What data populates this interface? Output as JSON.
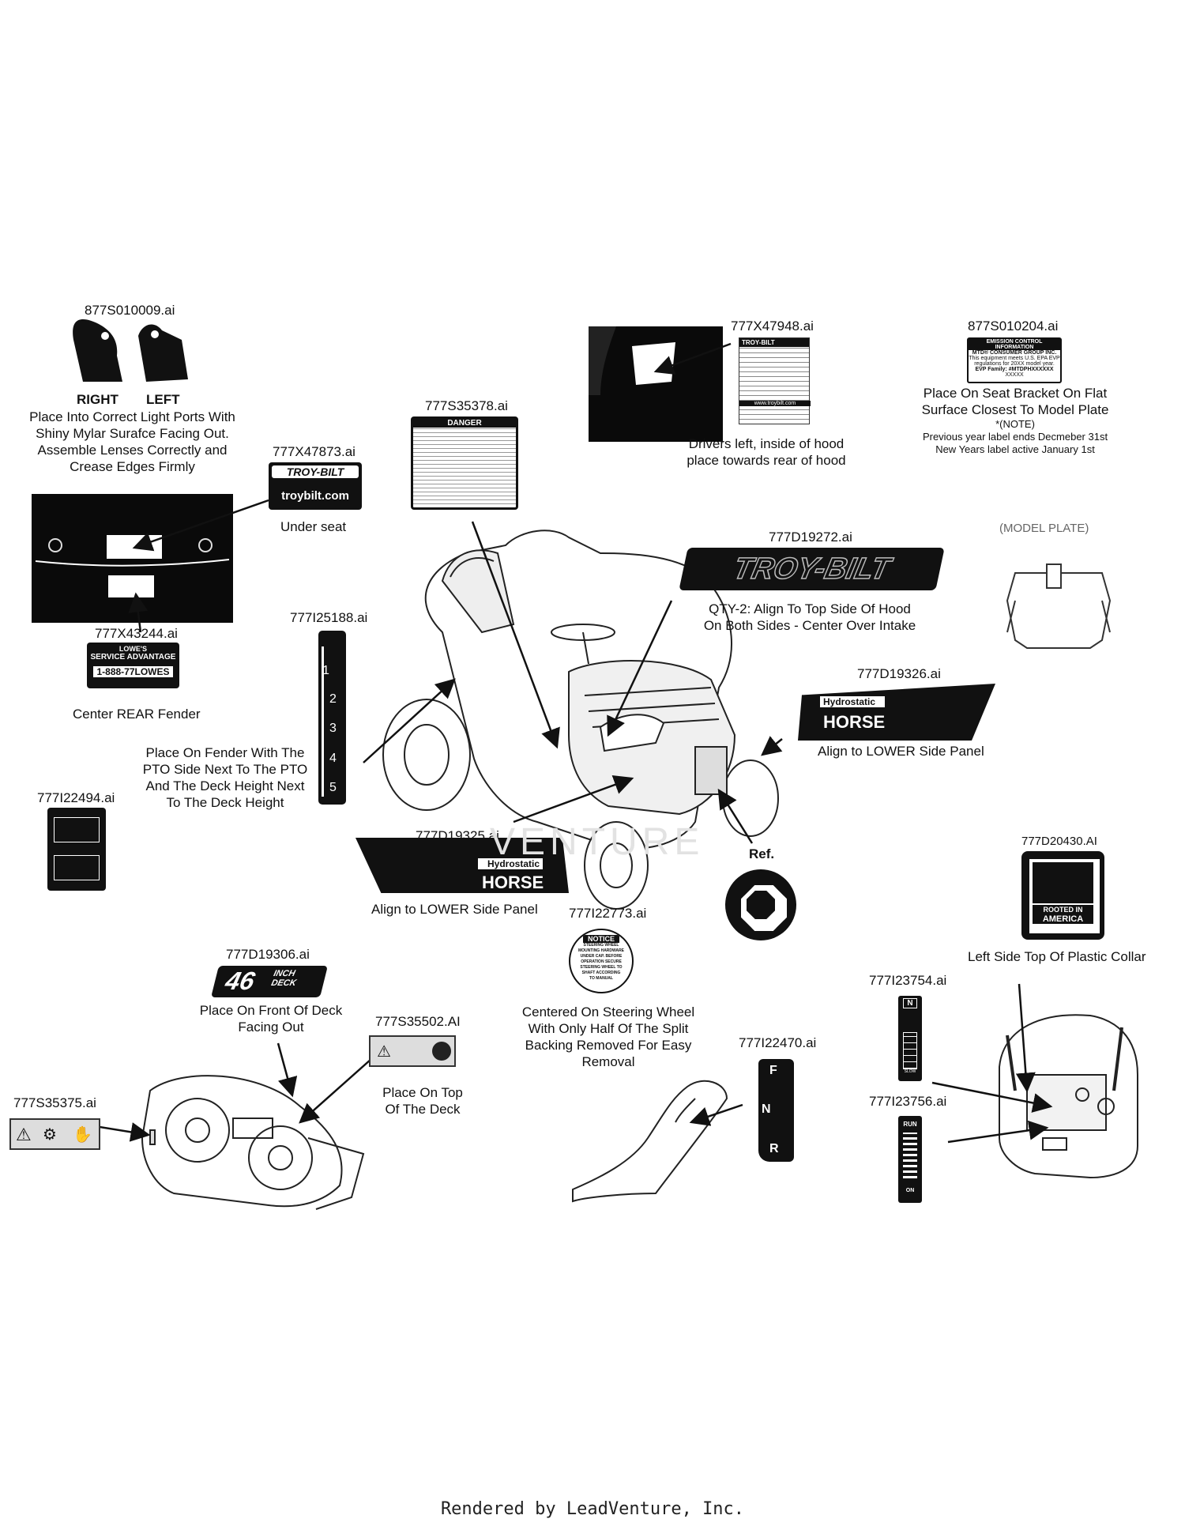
{
  "footer": "Rendered by LeadVenture, Inc.",
  "watermark": "VENTURE",
  "parts": {
    "lenses": {
      "pn": "877S010009.ai",
      "right": "RIGHT",
      "left": "LEFT",
      "note": [
        "Place Into Correct Light Ports With",
        "Shiny Mylar Surafce Facing Out.",
        "Assemble Lenses Correctly and",
        "Crease Edges Firmly"
      ]
    },
    "seat_label": {
      "pn": "777X47873.ai",
      "brand": "TROY-BILT",
      "site": "troybilt.com",
      "note": "Under seat"
    },
    "rear_fender": {
      "pn": "777X43244.ai",
      "brand_top": "LOWE'S",
      "brand": "SERVICE ADVANTAGE",
      "phone": "1-888-77LOWES",
      "note": "Center REAR Fender"
    },
    "safety_label": {
      "pn": "777S35378.ai",
      "header": "DANGER"
    },
    "hood_label": {
      "pn": "777X47948.ai",
      "brand": "TROY-BILT",
      "site": "www.troybilt.com",
      "note": [
        "Drivers left, inside of hood",
        "place towards rear of hood"
      ]
    },
    "emission": {
      "pn": "877S010204.ai",
      "lines": [
        "EMISSION CONTROL INFORMATION",
        "MTD® CONSUMER GROUP INC.",
        "This equipment meets U.S. EPA EVP",
        "regulations for 20XX model year.",
        "EVP Family: #MTDPHXXXXXX",
        "XXXXX"
      ],
      "note": [
        "Place On Seat Bracket On Flat",
        "Surface Closest To Model Plate"
      ],
      "note_small": [
        "*(NOTE)",
        "Previous year label ends Decmeber 31st",
        "New Years label active January 1st"
      ]
    },
    "hood_logo": {
      "pn": "777D19272.ai",
      "brand": "TROY-BILT",
      "note": [
        "QTY-2: Align To Top Side Of Hood",
        "On Both Sides - Center Over Intake"
      ]
    },
    "model_plate": {
      "label": "(MODEL PLATE)"
    },
    "height_decal": {
      "pn": "777I25188.ai",
      "numbers": [
        "1",
        "2",
        "3",
        "4",
        "5"
      ],
      "note": [
        "Place On Fender With The",
        "PTO Side Next To The PTO",
        "And The Deck Height Next",
        "To The Deck Height"
      ]
    },
    "side_right": {
      "pn": "777D19326.ai",
      "sub": "Hydrostatic",
      "main": "HORSE",
      "note": "Align to LOWER Side Panel"
    },
    "side_left": {
      "pn": "777D19325.ai",
      "sub": "Hydrostatic",
      "main": "HORSE",
      "note": "Align to LOWER Side Panel"
    },
    "pto_decal": {
      "pn": "777I22494.ai"
    },
    "ref": {
      "label": "Ref."
    },
    "collar": {
      "pn": "777D20430.AI",
      "text": [
        "ROOTED IN",
        "AMERICA"
      ],
      "note": "Left Side Top Of Plastic Collar"
    },
    "steering_notice": {
      "pn": "777I22773.ai",
      "header": "NOTICE",
      "lines": [
        "STEERING WHEEL",
        "MOUNTING HARDWARE",
        "UNDER CAP. BEFORE",
        "OPERATION SECURE",
        "STEERING WHEEL TO",
        "SHAFT ACCORDING",
        "TO MANUAL"
      ],
      "note": [
        "Centered On Steering Wheel",
        "With Only Half Of The Split",
        "Backing Removed For Easy",
        "Removal"
      ]
    },
    "deck_size": {
      "pn": "777D19306.ai",
      "size": "46",
      "inch": "INCH",
      "deck": "DECK",
      "note": [
        "Place On Front Of Deck",
        "Facing Out"
      ]
    },
    "deck_top": {
      "pn": "777S35502.AI",
      "note": [
        "Place On Top",
        "Of The Deck"
      ]
    },
    "deck_warn": {
      "pn": "777S35375.ai"
    },
    "pedal_decal": {
      "pn": "777I22470.ai",
      "f": "F",
      "n": "N",
      "r": "R"
    },
    "throttle": {
      "pn": "777I23754.ai",
      "n": "N",
      "slow": "SLOW"
    },
    "choke": {
      "pn": "777I23756.ai",
      "run": "RUN",
      "on": "ON"
    }
  }
}
